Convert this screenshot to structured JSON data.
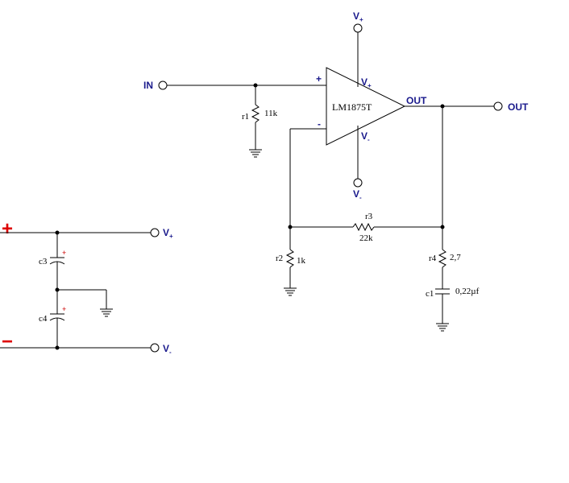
{
  "schematic": {
    "opamp": {
      "part": "LM1875T",
      "plus_sign": "+",
      "minus_sign": "-",
      "vplus_pin": "V+",
      "vminus_pin": "V-",
      "out_pin": "OUT"
    },
    "terminals": {
      "in": "IN",
      "out": "OUT",
      "vplus_top": "V+",
      "vminus_bottom": "V-",
      "supply_vplus": "V+",
      "supply_vminus": "V-"
    },
    "components": {
      "r1": {
        "name": "r1",
        "value": "11k"
      },
      "r2": {
        "name": "r2",
        "value": "1k"
      },
      "r3": {
        "name": "r3",
        "value": "22k"
      },
      "r4": {
        "name": "r4",
        "value": "2,7"
      },
      "c1": {
        "name": "c1",
        "value": "0,22µf"
      },
      "c3": {
        "name": "c3",
        "polarity": "+"
      },
      "c4": {
        "name": "c4",
        "polarity": "+"
      }
    },
    "supply": {
      "plus_symbol": "+",
      "minus_symbol": "−"
    },
    "colors": {
      "wire": "#000000",
      "label_blue": "#1a1a8c",
      "supply_red": "#dd0000"
    }
  }
}
